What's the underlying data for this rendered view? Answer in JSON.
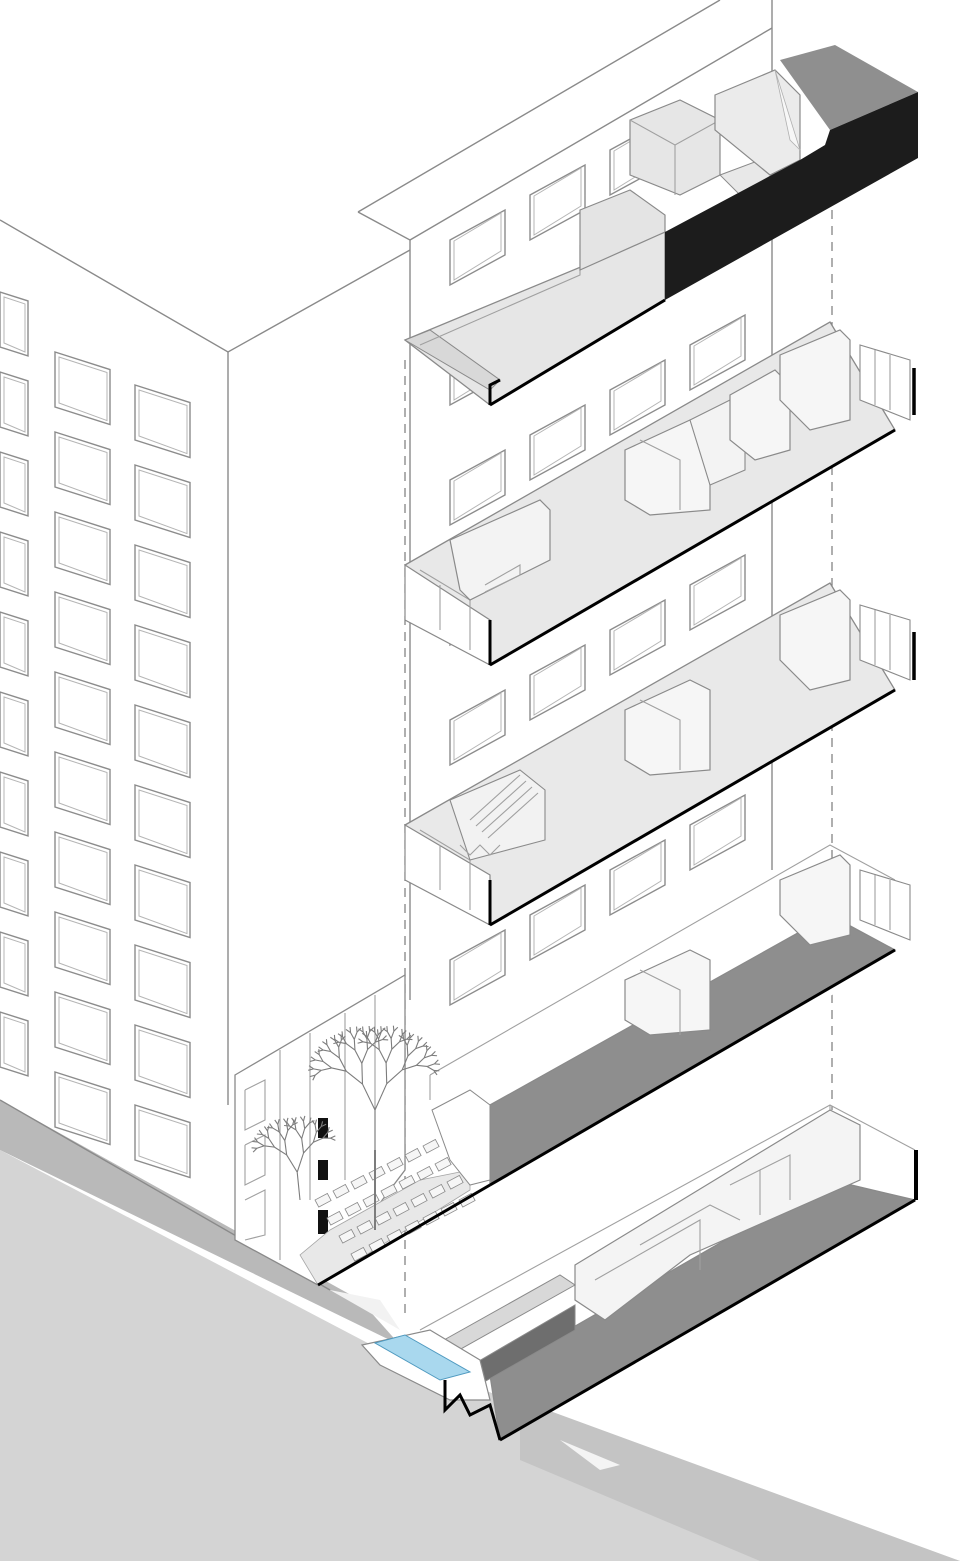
{
  "diagram": {
    "type": "exploded-axonometric",
    "colors": {
      "background": "#ffffff",
      "line": "#8a8a8a",
      "floor_light": "#e9e9e9",
      "floor_dark": "#8e8e8e",
      "street": "#d3d3d3",
      "roof_dark": "#1a1a1a",
      "glass": "#a9d8ee"
    },
    "levels": [
      {
        "id": "roof"
      },
      {
        "id": "upper-floor"
      },
      {
        "id": "middle-floor"
      },
      {
        "id": "ground-floor"
      },
      {
        "id": "basement"
      }
    ]
  }
}
